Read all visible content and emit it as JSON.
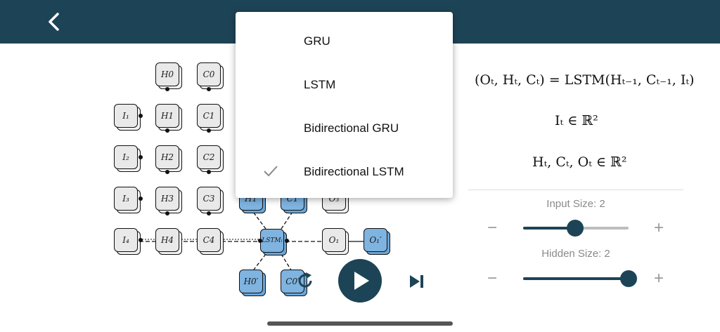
{
  "header": {
    "back_icon": "chevron-left-icon",
    "color": "#1d4456"
  },
  "menu": {
    "items": [
      {
        "label": "GRU",
        "selected": false
      },
      {
        "label": "LSTM",
        "selected": false
      },
      {
        "label": "Bidirectional GRU",
        "selected": false
      },
      {
        "label": "Bidirectional LSTM",
        "selected": true
      }
    ]
  },
  "formulas": {
    "f1": "(Oₜ, Hₜ, Cₜ) = LSTM(Hₜ₋₁, Cₜ₋₁, Iₜ)",
    "f2": "Iₜ ∈ ℝ²",
    "f3": "Hₜ, Cₜ, Oₜ ∈ ℝ²"
  },
  "sliders": {
    "input": {
      "label": "Input Size: 2",
      "fraction": 0.5
    },
    "hidden": {
      "label": "Hidden Size: 2",
      "fraction": 1.0
    },
    "minus": "−",
    "plus": "+"
  },
  "nodes": {
    "inputs": [
      "I₁",
      "I₂",
      "I₃",
      "I₄"
    ],
    "hiddens": [
      "H0",
      "H1",
      "H2",
      "H3",
      "H4"
    ],
    "cells": [
      "C0",
      "C1",
      "C2",
      "C3",
      "C4"
    ],
    "top_hidden": "H1",
    "top_cell": "C1",
    "top_output": "O₃",
    "lstm": "LSTMₗ",
    "out1": "O₁",
    "out2": "O₁′",
    "bottom_h": "H0′",
    "bottom_c": "C0′"
  },
  "controls": {
    "reset_icon": "reset-icon",
    "play_icon": "play-icon",
    "step_icon": "skip-next-icon"
  },
  "colors": {
    "accent": "#1d4456",
    "node_blue": "#7fb3e0",
    "node_gray": "#e9e9e9"
  }
}
